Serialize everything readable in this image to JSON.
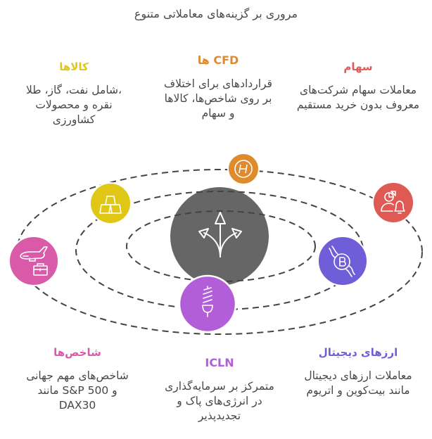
{
  "title": "مروری بر گزینه‌های معاملاتی متنوع",
  "colors": {
    "center": "#666666",
    "stocks": "#e05a55",
    "cfd": "#e08a2e",
    "commodities": "#e0c716",
    "indices": "#d95aa9",
    "crypto": "#6f5ed8",
    "icln": "#b25ed8",
    "orbit": "#444444",
    "text": "#474747"
  },
  "center": {
    "icon": "split-arrows-icon"
  },
  "items": {
    "stocks": {
      "heading": "سهام",
      "desc": "معاملات سهام شرکت‌های\nمعروف بدون خرید مستقیم",
      "icon": "user-chart-bell-icon"
    },
    "cfd": {
      "heading": "CFD ها",
      "desc": "قراردادهای برای اختلاف\nبر روی شاخص‌ها، کالاها\nو سهام",
      "icon": "h-circle-icon"
    },
    "commodities": {
      "heading": "کالاها",
      "desc": "،شامل نفت، گاز، طلا\nنقره و محصولات\nکشاورزی",
      "icon": "gold-bars-icon"
    },
    "indices": {
      "heading": "شاخص‌ها",
      "desc": "شاخص‌های مهم جهانی\nو S&P 500 مانند\nDAX30",
      "icon": "plane-briefcase-icon"
    },
    "icln": {
      "heading": "ICLN",
      "desc": "متمرکز بر سرمایه‌گذاری\nدر انرژی‌های پاک و\nتجدیدپذیر",
      "icon": "eco-bulb-icon"
    },
    "crypto": {
      "heading": "ارزهای دیجیتال",
      "desc": "معاملات ارزهای دیجیتال\nمانند بیت‌کوین و اتریوم",
      "icon": "bitcoin-hands-icon"
    }
  }
}
